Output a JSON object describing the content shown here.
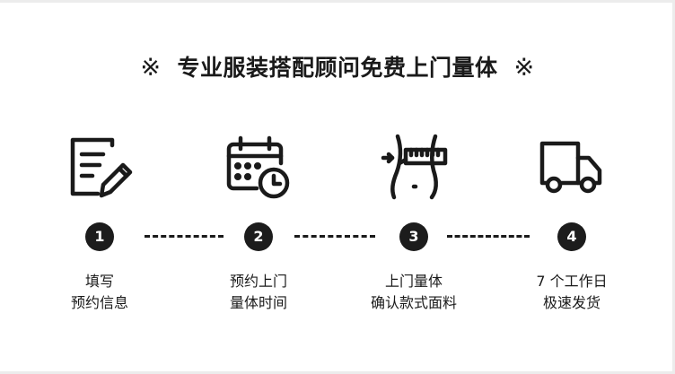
{
  "title": {
    "left_mark": "※",
    "text": "专业服装搭配顾问免费上门量体",
    "right_mark": "※"
  },
  "steps": [
    {
      "number": "1",
      "icon": "form-edit-icon",
      "line1": "填写",
      "line2": "预约信息"
    },
    {
      "number": "2",
      "icon": "calendar-clock-icon",
      "line1": "预约上门",
      "line2": "量体时间"
    },
    {
      "number": "3",
      "icon": "body-measure-icon",
      "line1": "上门量体",
      "line2": "确认款式面料"
    },
    {
      "number": "4",
      "icon": "delivery-truck-icon",
      "line1": "7 个工作日",
      "line2": "极速发货"
    }
  ],
  "colors": {
    "ink": "#1a1a1a",
    "badge": "#1c1c1c",
    "background": "#ffffff"
  }
}
